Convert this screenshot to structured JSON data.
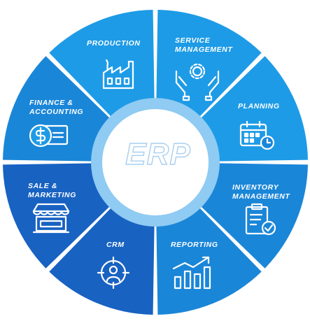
{
  "center": {
    "label": "ERP"
  },
  "colors": {
    "light_blue": "#1E9BE6",
    "medium_blue": "#1A86D8",
    "dark_blue": "#1862C2",
    "inner_ring": "#8FCBF2",
    "icon_stroke": "#ffffff"
  },
  "segments": [
    {
      "id": "production",
      "label": "PRODUCTION",
      "icon": "factory-icon"
    },
    {
      "id": "service-management",
      "label": "SERVICE\nMANAGEMENT",
      "icon": "hands-gear-icon"
    },
    {
      "id": "planning",
      "label": "PLANNING",
      "icon": "calendar-clock-icon"
    },
    {
      "id": "inventory-management",
      "label": "INVENTORY\nMANAGEMENT",
      "icon": "clipboard-check-icon"
    },
    {
      "id": "reporting",
      "label": "REPORTING",
      "icon": "bar-chart-arrow-icon"
    },
    {
      "id": "crm",
      "label": "CRM",
      "icon": "target-person-icon"
    },
    {
      "id": "sale-marketing",
      "label": "SALE &\nMARKETING",
      "icon": "storefront-icon"
    },
    {
      "id": "finance-accounting",
      "label": "FINANCE &\nACCOUNTING",
      "icon": "dollar-card-icon"
    }
  ]
}
